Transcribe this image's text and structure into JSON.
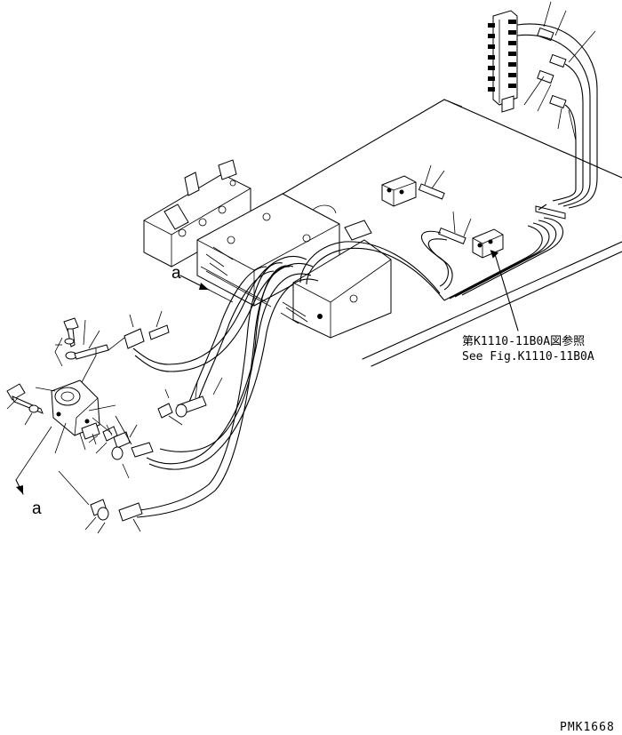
{
  "view_labels": {
    "view_a_top": "a",
    "view_a_bottom": "a"
  },
  "reference": {
    "line_jp": "第K1110-11B0A図参照",
    "line_en": "See Fig.K1110-11B0A"
  },
  "drawing_code": "PMK1668"
}
